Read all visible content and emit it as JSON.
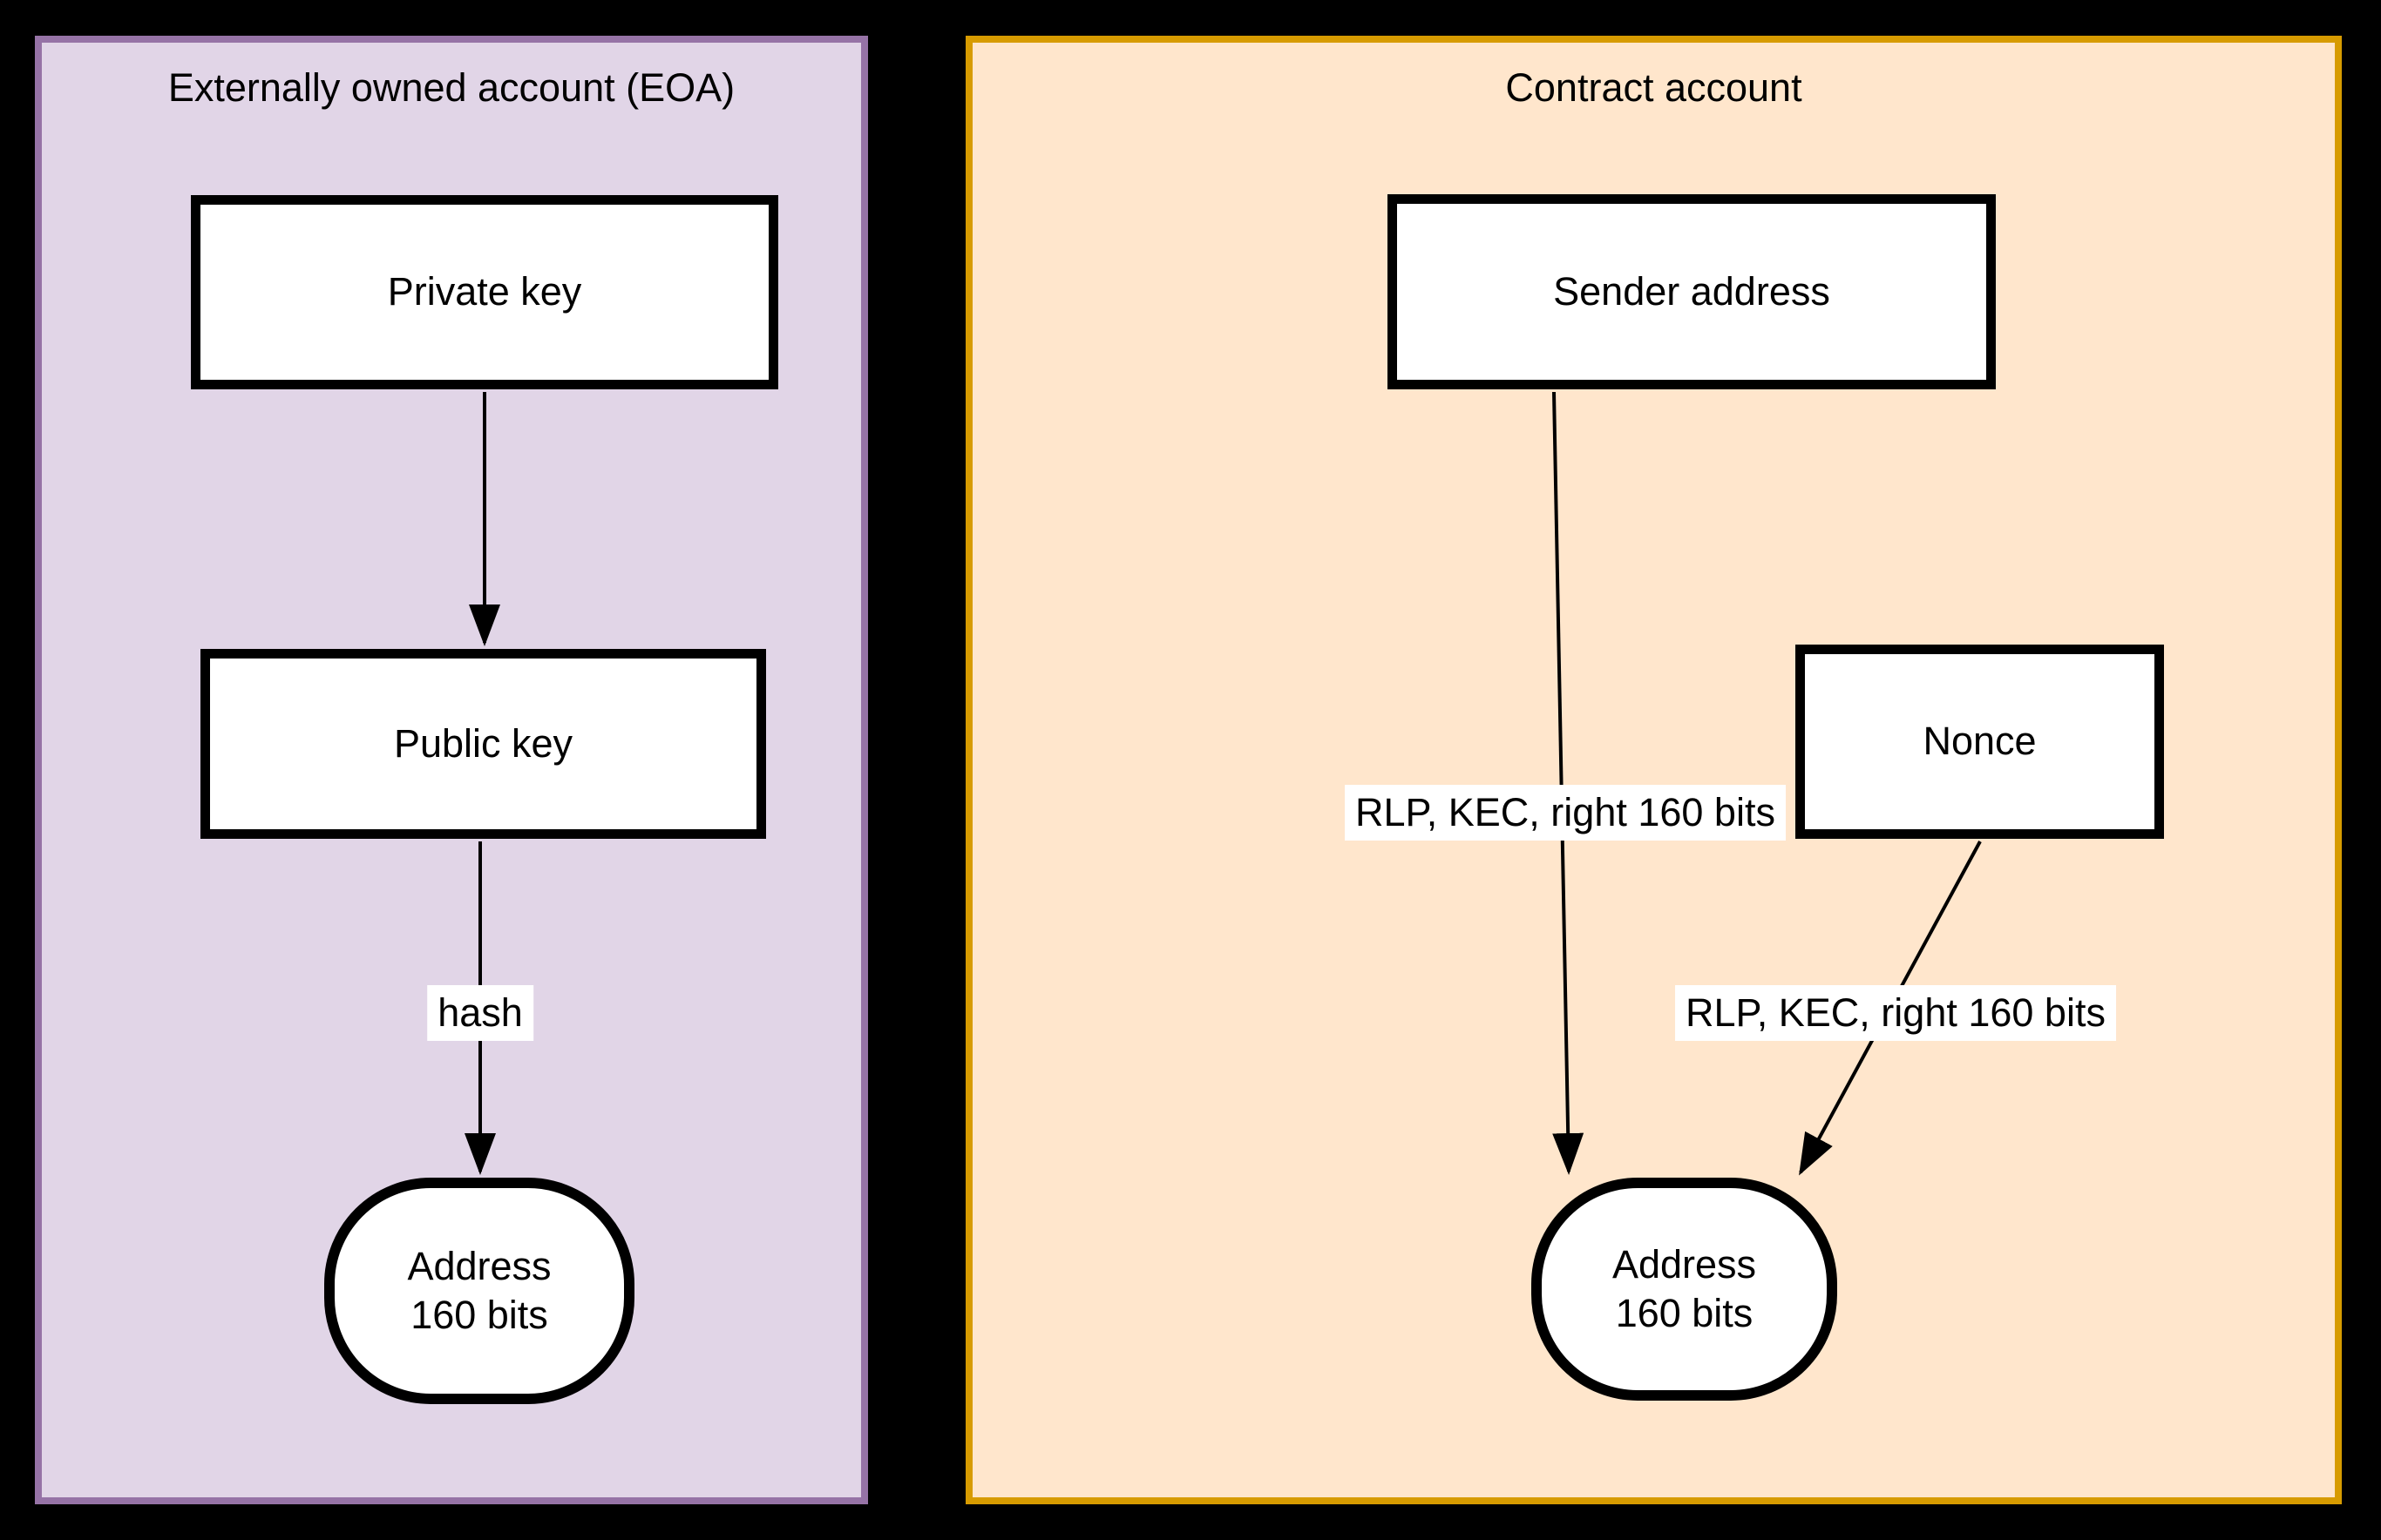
{
  "canvas": {
    "background": "#000000"
  },
  "node_style": {
    "fill": "#FFFFFF",
    "stroke": "#000000"
  },
  "panels": {
    "eoa": {
      "title": "Externally owned account (EOA)",
      "fill": "#E1D5E7",
      "stroke": "#9673A6",
      "nodes": {
        "private_key": {
          "label": "Private key"
        },
        "public_key": {
          "label": "Public key"
        },
        "address": {
          "line1": "Address",
          "line2": "160 bits"
        }
      },
      "edges": {
        "key_to_key": {
          "label": ""
        },
        "hash": {
          "label": "hash"
        }
      }
    },
    "contract": {
      "title": "Contract account",
      "fill": "#FFE6CC",
      "stroke": "#D79B00",
      "nodes": {
        "sender_address": {
          "label": "Sender address"
        },
        "nonce": {
          "label": "Nonce"
        },
        "address": {
          "line1": "Address",
          "line2": "160 bits"
        }
      },
      "edges": {
        "sender_to_address": {
          "label": "RLP, KEC, right 160 bits"
        },
        "nonce_to_address": {
          "label": "RLP, KEC, right 160 bits"
        }
      }
    }
  }
}
